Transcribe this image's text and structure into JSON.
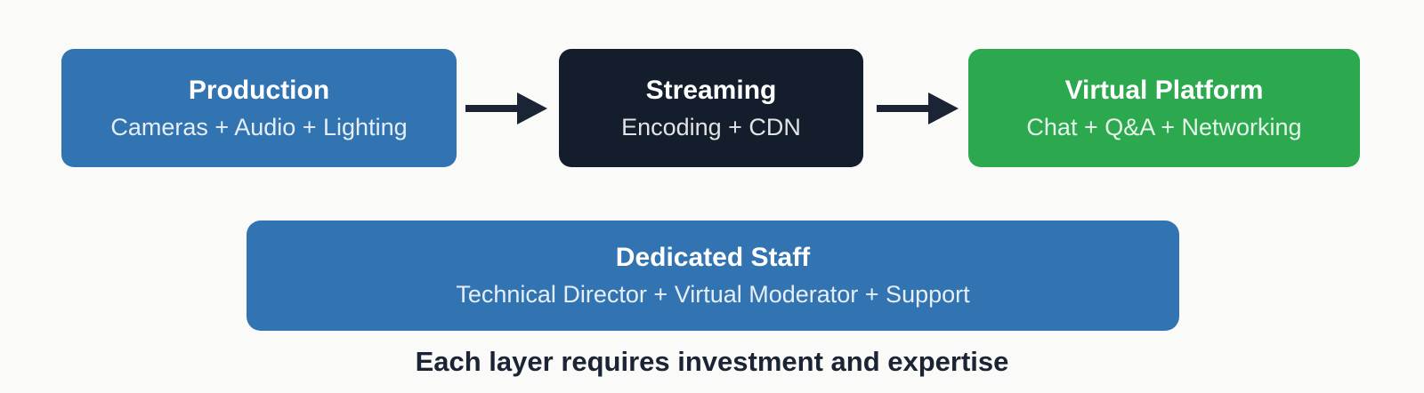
{
  "colors": {
    "background": "#fafaf9",
    "blue": "#3273b2",
    "dark": "#141d2c",
    "green": "#2ca84f",
    "arrow": "#1b2434",
    "caption_text": "#1b2434"
  },
  "flow": {
    "nodes": [
      {
        "title": "Production",
        "subtitle": "Cameras + Audio + Lighting"
      },
      {
        "title": "Streaming",
        "subtitle": "Encoding + CDN"
      },
      {
        "title": "Virtual Platform",
        "subtitle": "Chat + Q&A + Networking"
      }
    ]
  },
  "staff": {
    "title": "Dedicated Staff",
    "subtitle": "Technical Director + Virtual Moderator + Support"
  },
  "caption": "Each layer requires investment and expertise"
}
